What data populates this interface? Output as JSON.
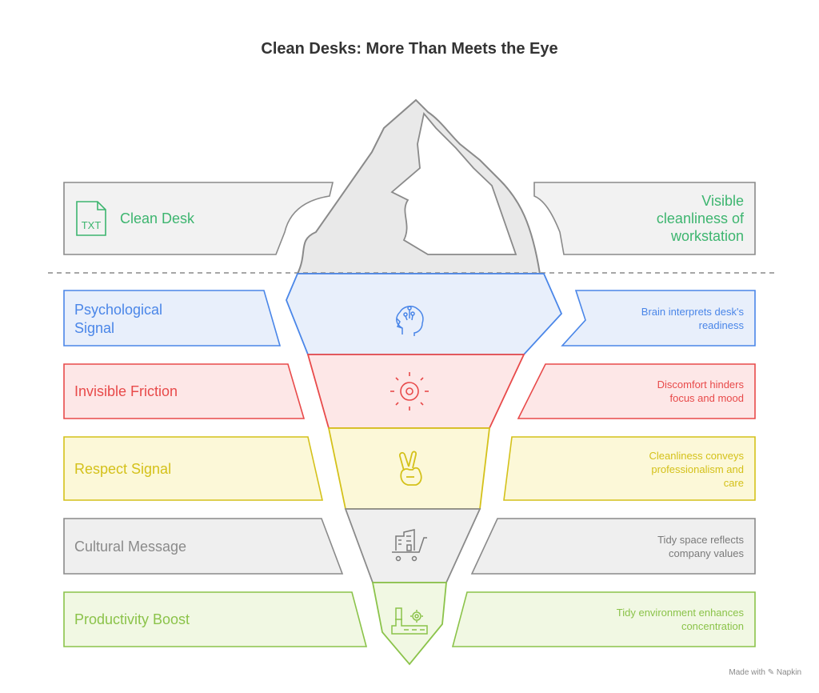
{
  "title": "Clean Desks: More Than Meets the Eye",
  "tip": {
    "label": "Clean Desk",
    "description": "Visible cleanliness of workstation",
    "file_badge": "TXT",
    "icon": "txt-file-icon",
    "color": "#3db56f"
  },
  "layers": [
    {
      "label": "Psychological Signal",
      "description": "Brain interprets desk's readiness",
      "icon": "head-circuit-icon",
      "color": "#4a86e8",
      "fill": "#e8effb"
    },
    {
      "label": "Invisible Friction",
      "description": "Discomfort hinders focus and mood",
      "icon": "sun-target-icon",
      "color": "#e84a4a",
      "fill": "#fde7e7"
    },
    {
      "label": "Respect Signal",
      "description": "Cleanliness conveys professionalism and care",
      "icon": "peace-hand-icon",
      "color": "#d4c11a",
      "fill": "#fcf8d8"
    },
    {
      "label": "Cultural Message",
      "description": "Tidy space reflects company values",
      "icon": "building-cart-icon",
      "color": "#7a7a7a",
      "fill": "#efefef"
    },
    {
      "label": "Productivity Boost",
      "description": "Tidy environment enhances concentration",
      "icon": "factory-gear-icon",
      "color": "#8bc34a",
      "fill": "#f1f8e3"
    }
  ],
  "watermark": "Made with ✎ Napkin"
}
